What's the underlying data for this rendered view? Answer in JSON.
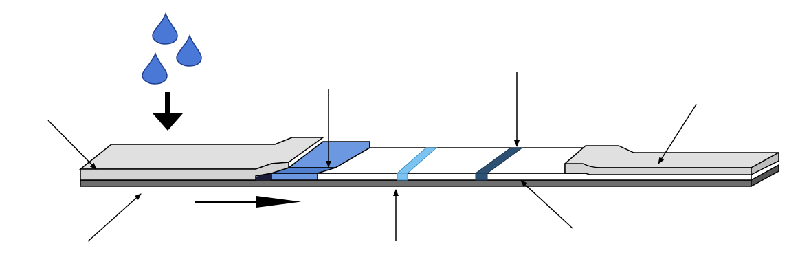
{
  "diagram": {
    "subject": "lateral-flow-test-strip",
    "components": [
      {
        "id": "sample-pad",
        "label": ""
      },
      {
        "id": "conjugate-pad",
        "label": ""
      },
      {
        "id": "test-line",
        "label": ""
      },
      {
        "id": "control-line",
        "label": ""
      },
      {
        "id": "nitrocellulose-membrane",
        "label": ""
      },
      {
        "id": "absorbent-pad",
        "label": ""
      },
      {
        "id": "backing-card",
        "label": ""
      }
    ],
    "flow_direction": "left-to-right",
    "colors": {
      "drops": "#4a78d6",
      "pad_fill": "#d4d4d4",
      "conjugate_fill": "#6b98e0",
      "test_line": "#7cc4ef",
      "control_line": "#2c5173",
      "backing": "#6e6e6e",
      "outline": "#000000"
    }
  }
}
